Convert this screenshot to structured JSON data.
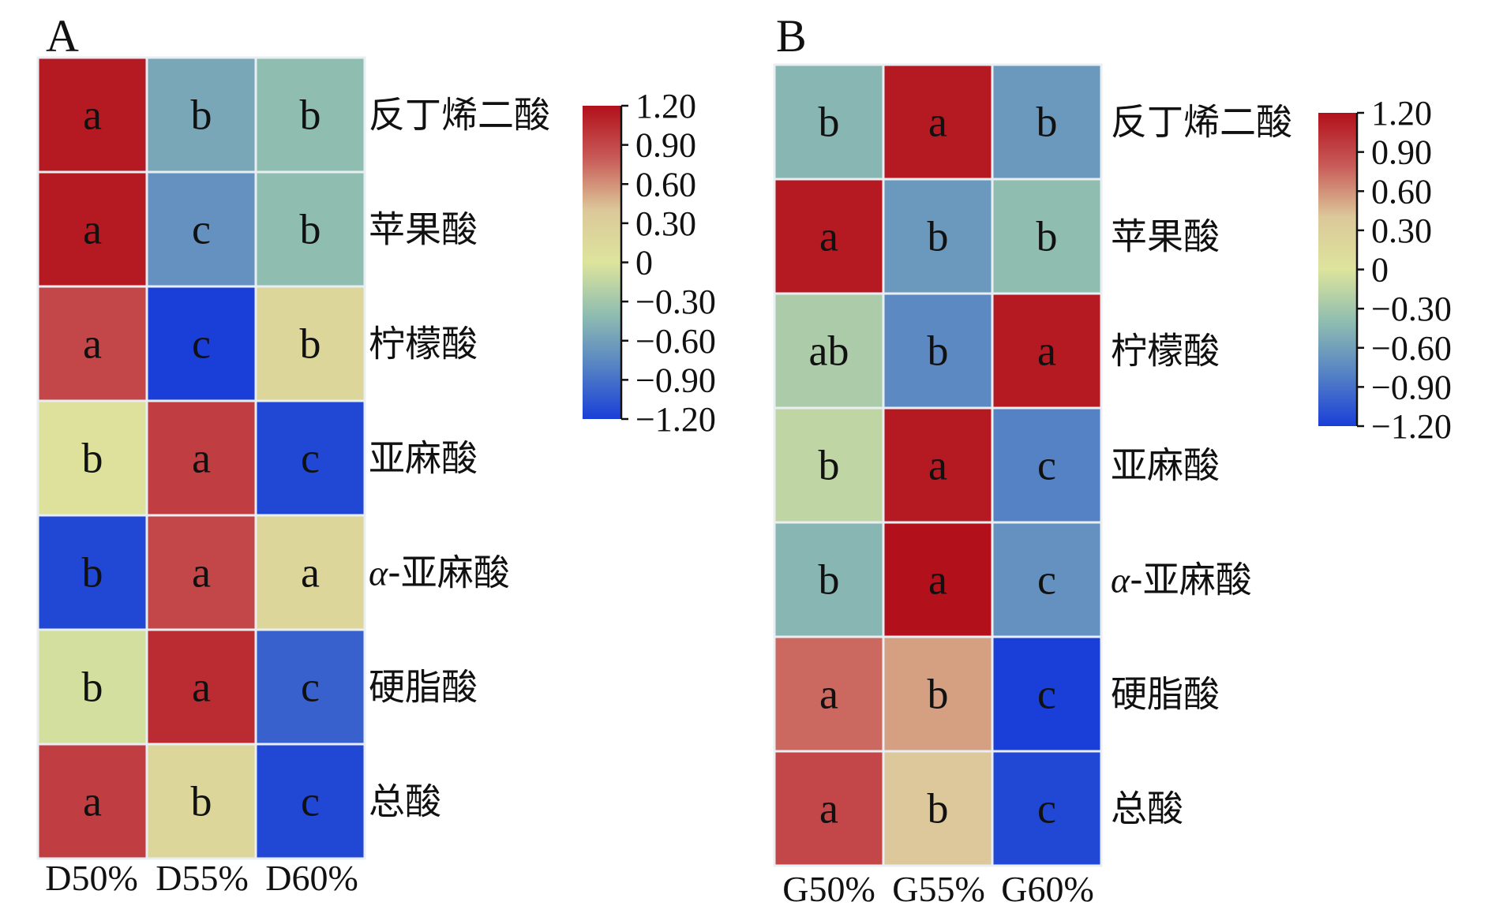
{
  "chart_data": [
    {
      "type": "heatmap",
      "panel_label": "A",
      "columns": [
        "D50%",
        "D55%",
        "D60%"
      ],
      "rows": [
        "反丁烯二酸",
        "苹果酸",
        "柠檬酸",
        "亚麻酸",
        "α-亚麻酸",
        "硬脂酸",
        "总酸"
      ],
      "values": [
        [
          1.15,
          -0.55,
          -0.4
        ],
        [
          1.15,
          -0.7,
          -0.4
        ],
        [
          0.9,
          -1.2,
          0.2
        ],
        [
          0.05,
          0.95,
          -1.15
        ],
        [
          -1.15,
          0.9,
          0.2
        ],
        [
          -0.05,
          1.05,
          -1.0
        ],
        [
          0.95,
          0.2,
          -1.15
        ]
      ],
      "letters": [
        [
          "a",
          "b",
          "b"
        ],
        [
          "a",
          "c",
          "b"
        ],
        [
          "a",
          "c",
          "b"
        ],
        [
          "b",
          "a",
          "c"
        ],
        [
          "b",
          "a",
          "a"
        ],
        [
          "b",
          "a",
          "c"
        ],
        [
          "a",
          "b",
          "c"
        ]
      ],
      "colorbar": {
        "min": -1.2,
        "max": 1.2,
        "ticks": [
          "1.20",
          "0.90",
          "0.60",
          "0.30",
          "0",
          "−0.30",
          "−0.60",
          "−0.90",
          "−1.20"
        ],
        "colors": [
          "#b2101a",
          "#c85a58",
          "#dcc89a",
          "#dde49c",
          "#8fbdb0",
          "#5582c4",
          "#1a3fd8"
        ]
      }
    },
    {
      "type": "heatmap",
      "panel_label": "B",
      "columns": [
        "G50%",
        "G55%",
        "G60%"
      ],
      "rows": [
        "反丁烯二酸",
        "苹果酸",
        "柠檬酸",
        "亚麻酸",
        "α-亚麻酸",
        "硬脂酸",
        "总酸"
      ],
      "values": [
        [
          -0.45,
          1.15,
          -0.65
        ],
        [
          1.15,
          -0.65,
          -0.4
        ],
        [
          -0.25,
          -0.75,
          1.15
        ],
        [
          -0.15,
          1.15,
          -0.8
        ],
        [
          -0.45,
          1.2,
          -0.7
        ],
        [
          0.75,
          0.55,
          -1.2
        ],
        [
          0.9,
          0.4,
          -1.15
        ]
      ],
      "letters": [
        [
          "b",
          "a",
          "b"
        ],
        [
          "a",
          "b",
          "b"
        ],
        [
          "ab",
          "b",
          "a"
        ],
        [
          "b",
          "a",
          "c"
        ],
        [
          "b",
          "a",
          "c"
        ],
        [
          "a",
          "b",
          "c"
        ],
        [
          "a",
          "b",
          "c"
        ]
      ],
      "colorbar": {
        "min": -1.2,
        "max": 1.2,
        "ticks": [
          "1.20",
          "0.90",
          "0.60",
          "0.30",
          "0",
          "−0.30",
          "−0.60",
          "−0.90",
          "−1.20"
        ],
        "colors": [
          "#b2101a",
          "#c85a58",
          "#dcc89a",
          "#dde49c",
          "#8fbdb0",
          "#5582c4",
          "#1a3fd8"
        ]
      }
    }
  ]
}
